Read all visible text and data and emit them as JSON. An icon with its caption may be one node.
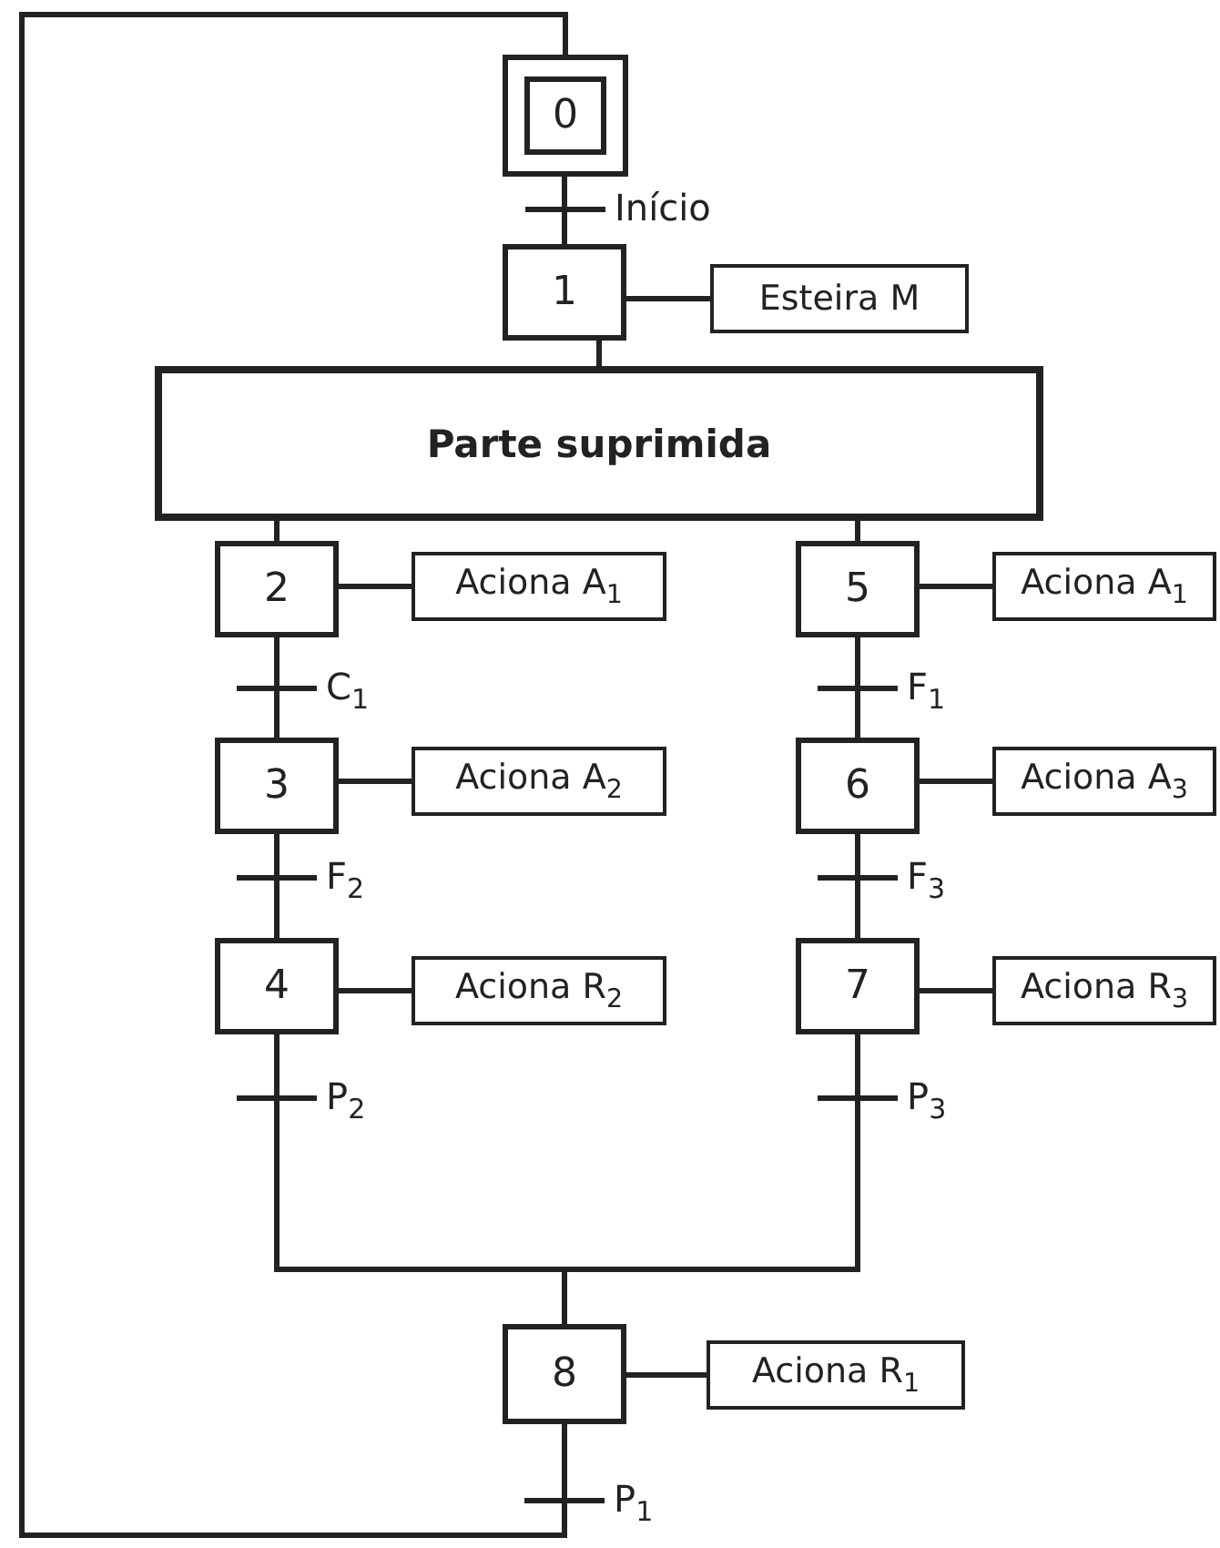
{
  "diagram": {
    "nodes": [
      {
        "text": [
          "0"
        ]
      },
      {
        "text": [
          "1"
        ]
      },
      {
        "text": [
          "Esteira M"
        ]
      },
      {
        "text": [
          "Parte suprimida"
        ]
      },
      {
        "text": [
          "2"
        ]
      },
      {
        "text": [
          "Aciona A$_{1}$"
        ]
      },
      {
        "text": [
          "5"
        ]
      },
      {
        "text": [
          "Aciona A$_{1}$"
        ]
      },
      {
        "text": [
          "3"
        ]
      },
      {
        "text": [
          "Aciona A$_{2}$"
        ]
      },
      {
        "text": [
          "6"
        ]
      },
      {
        "text": [
          "Aciona A$_{3}$"
        ]
      },
      {
        "text": [
          "4"
        ]
      },
      {
        "text": [
          "Aciona R$_{2}$"
        ]
      },
      {
        "text": [
          "7"
        ]
      },
      {
        "text": [
          "Aciona R$_{3}$"
        ]
      },
      {
        "text": [
          "8"
        ]
      },
      {
        "text": [
          "Aciona R$_{1}$"
        ]
      }
    ],
    "edges": [
      {
        "from": 0,
        "to": 1,
        "arrow": "none",
        "label": "Início"
      },
      {
        "from": 1,
        "to": 2,
        "arrow": "none"
      },
      {
        "from": 1,
        "to": 3,
        "arrow": "none"
      },
      {
        "from": 3,
        "to": 4,
        "arrow": "none"
      },
      {
        "from": 3,
        "to": 6,
        "arrow": "none"
      },
      {
        "from": 4,
        "to": 5,
        "arrow": "none"
      },
      {
        "from": 4,
        "to": 8,
        "arrow": "none",
        "label": "C$_{1}$"
      },
      {
        "from": 8,
        "to": 9,
        "arrow": "none"
      },
      {
        "from": 8,
        "to": 12,
        "arrow": "none",
        "label": "F$_{2}$"
      },
      {
        "from": 12,
        "to": 13,
        "arrow": "none"
      },
      {
        "from": 12,
        "to": 16,
        "arrow": "none",
        "label": "P$_{2}$"
      },
      {
        "from": 6,
        "to": 7,
        "arrow": "none"
      },
      {
        "from": 6,
        "to": 10,
        "arrow": "none",
        "label": "F$_{1}$"
      },
      {
        "from": 10,
        "to": 11,
        "arrow": "none"
      },
      {
        "from": 10,
        "to": 14,
        "arrow": "none",
        "label": "F$_{3}$"
      },
      {
        "from": 14,
        "to": 15,
        "arrow": "none"
      },
      {
        "from": 14,
        "to": 16,
        "arrow": "none",
        "label": "P$_{3}$"
      },
      {
        "from": 16,
        "to": 17,
        "arrow": "none"
      },
      {
        "from": 16,
        "to": 0,
        "arrow": "none",
        "label": "P$_{1}$"
      }
    ]
  }
}
